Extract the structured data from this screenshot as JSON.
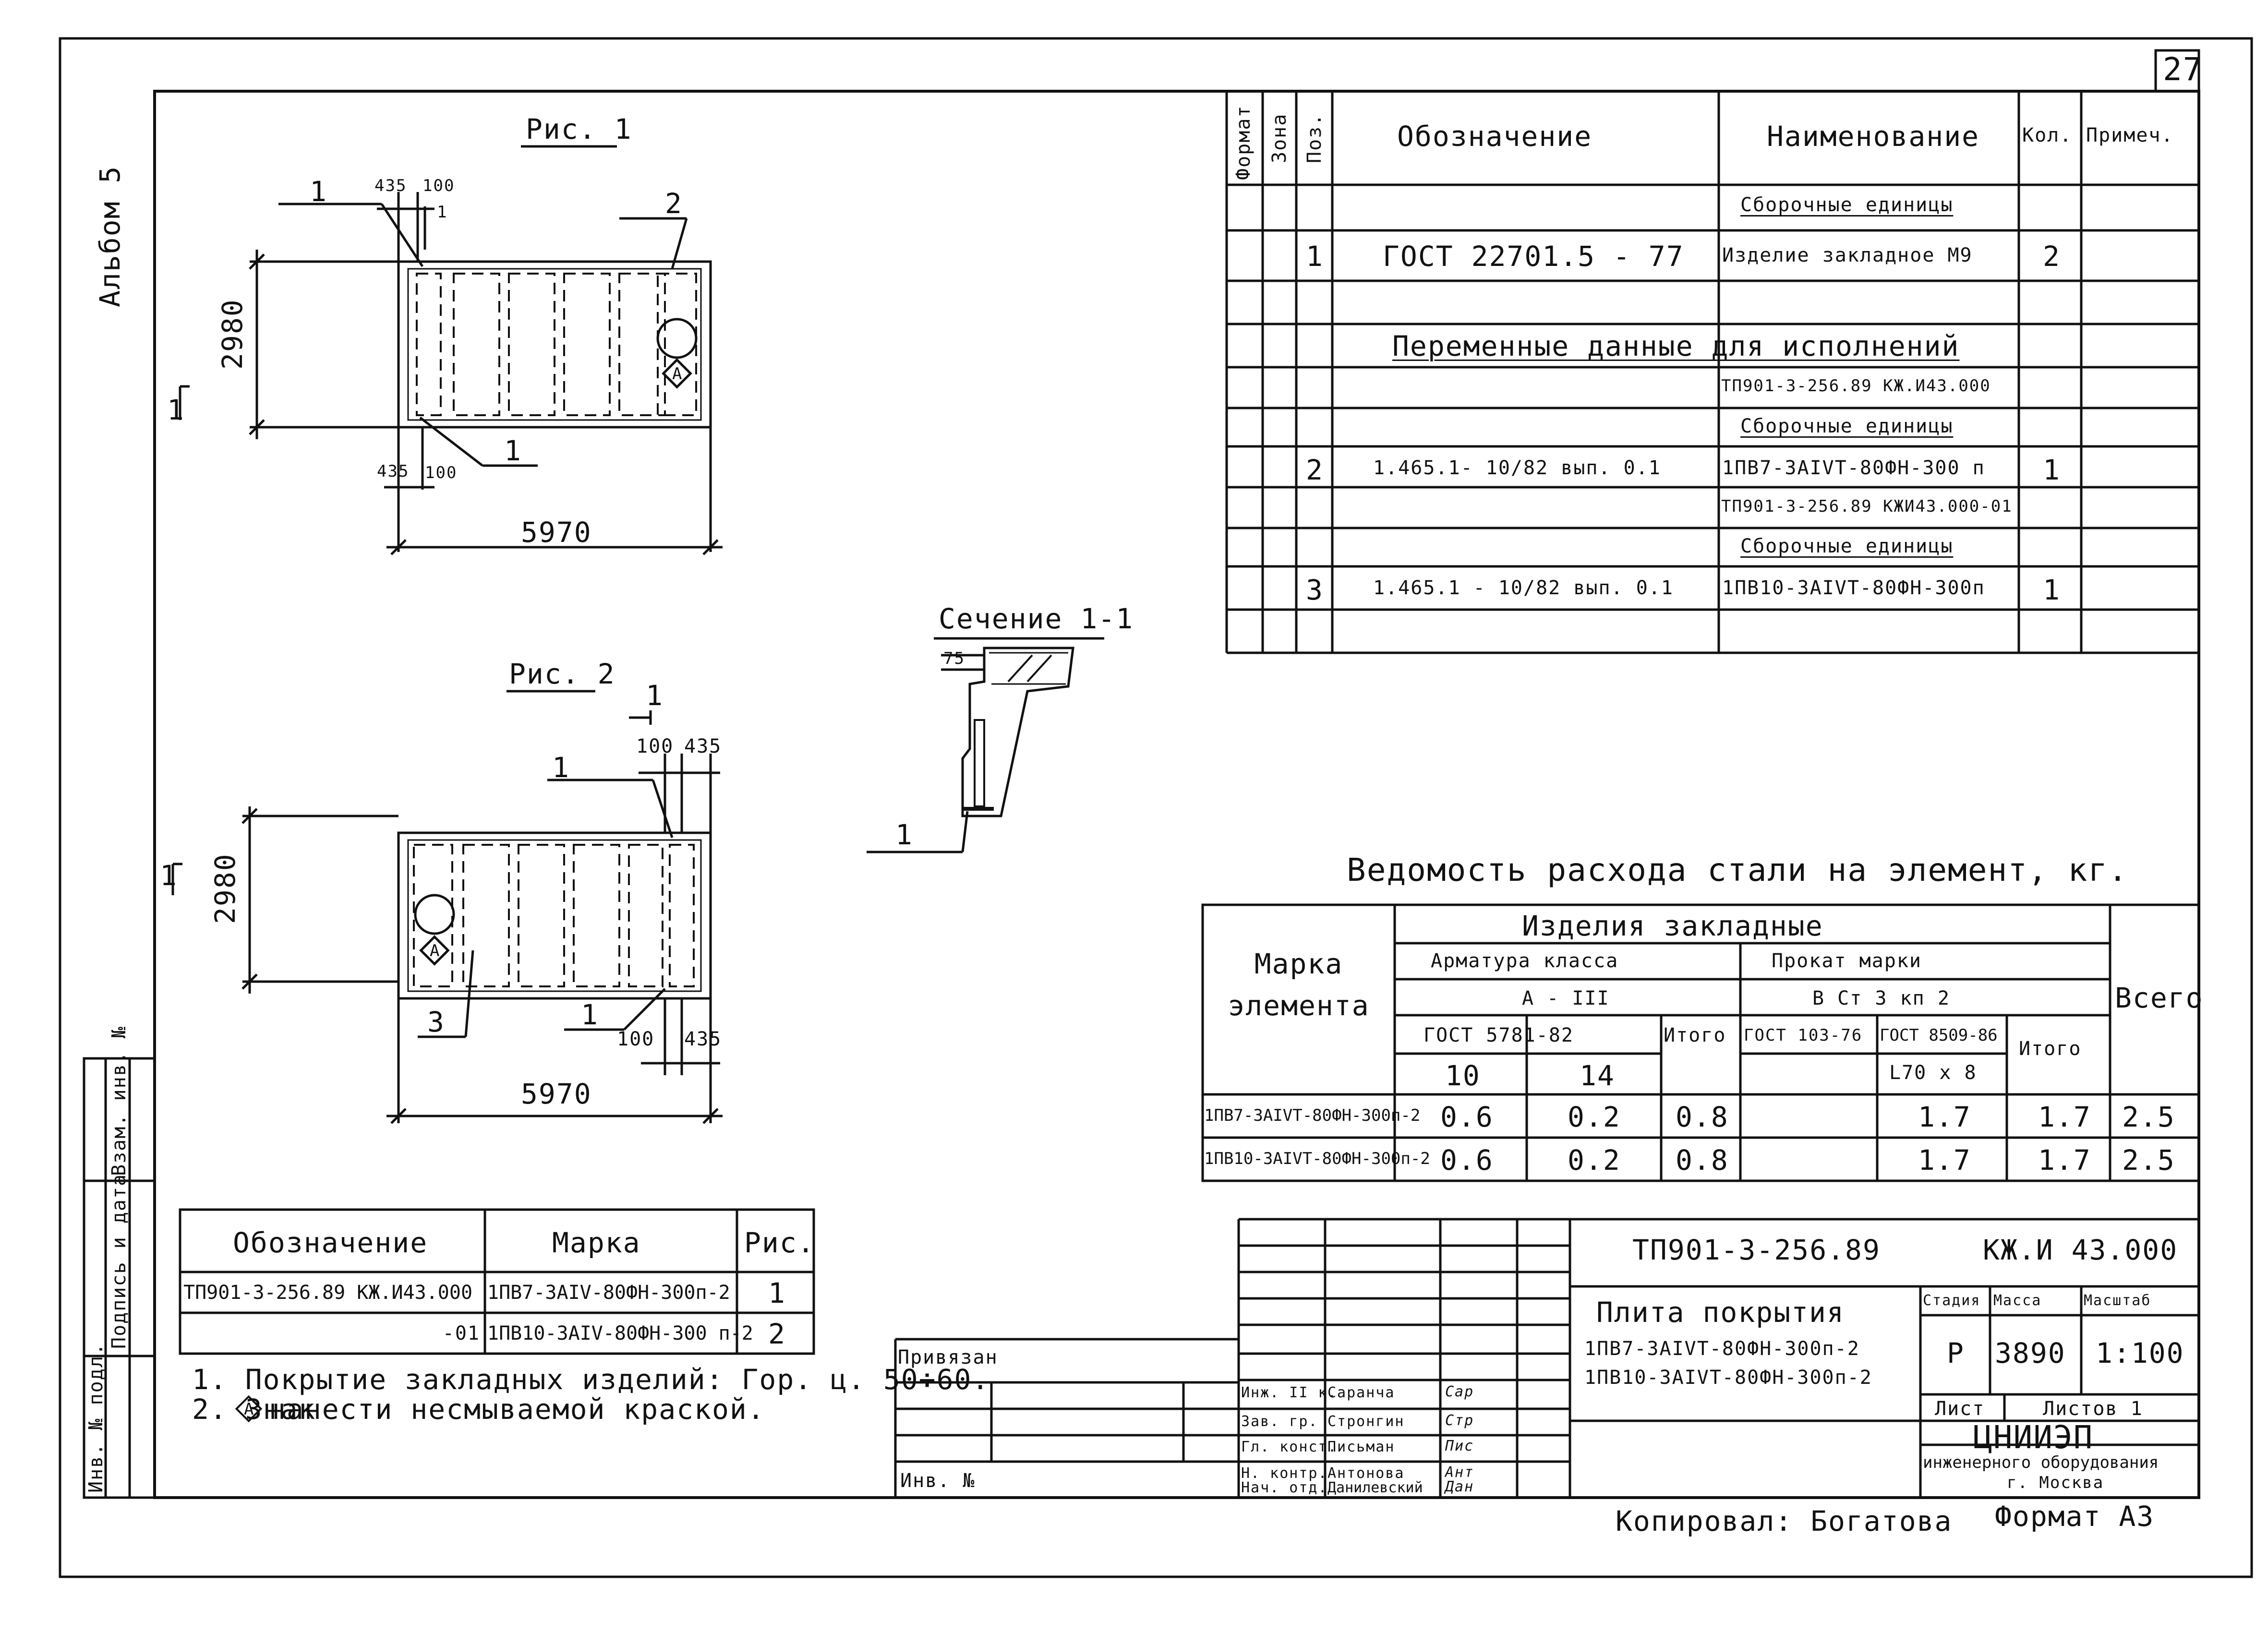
{
  "page_number": "27",
  "album_label": "Альбом 5",
  "fig1": {
    "title": "Рис. 1",
    "dims": {
      "d435_top": "435",
      "d100_top": "100",
      "d2980": "2980",
      "d435_bot": "435",
      "d100_bot": "100",
      "d5970": "5970"
    },
    "callouts": {
      "c1_top": "1",
      "c2": "2",
      "c1_bot": "1",
      "section_mark": "1",
      "section_mark2": "1"
    },
    "marker": "A"
  },
  "fig2": {
    "title": "Рис. 2",
    "dims": {
      "d100_top": "100",
      "d435_top": "435",
      "d2980": "2980",
      "d100_bot": "100",
      "d435_bot": "435",
      "d5970": "5970"
    },
    "callouts": {
      "c1_top": "1",
      "c3": "3",
      "c1_bot": "1",
      "section_mark": "1",
      "section_mark2": "1"
    },
    "marker": "A"
  },
  "section": {
    "title": "Сечение 1-1",
    "dim": "75",
    "callout": "1"
  },
  "spec_table": {
    "headers": {
      "format": "Формат",
      "zone": "Зона",
      "pos": "Поз.",
      "designation": "Обозначение",
      "name": "Наименование",
      "qty": "Кол.",
      "note": "Примеч."
    },
    "rows": [
      {
        "pos": "",
        "designation": "",
        "name": "Сборочные единицы",
        "qty": "",
        "underline": true
      },
      {
        "pos": "1",
        "designation": "ГОСТ 22701.5 - 77",
        "name": "Изделие закладное М9",
        "qty": "2",
        "underline": false
      },
      {
        "pos": "",
        "designation": "",
        "name": "",
        "qty": "",
        "underline": false
      },
      {
        "pos": "",
        "designation": "",
        "name": "Переменные данные для исполнений",
        "qty": "",
        "underline": true,
        "span": true
      },
      {
        "pos": "",
        "designation": "",
        "name": "ТП901-3-256.89   КЖ.И43.000",
        "qty": "",
        "underline": false
      },
      {
        "pos": "",
        "designation": "",
        "name": "Сборочные единицы",
        "qty": "",
        "underline": true
      },
      {
        "pos": "2",
        "designation": "1.465.1- 10/82   вып. 0.1",
        "name": "1ПВ7-3АIVТ-80ФН-300 п",
        "qty": "1",
        "underline": false
      },
      {
        "pos": "",
        "designation": "",
        "name": "ТП901-3-256.89 КЖИ43.000-01",
        "qty": "",
        "underline": false
      },
      {
        "pos": "",
        "designation": "",
        "name": "Сборочные единицы",
        "qty": "",
        "underline": true
      },
      {
        "pos": "3",
        "designation": "1.465.1 - 10/82   вып. 0.1",
        "name": "1ПВ10-3АIVТ-80ФН-300п",
        "qty": "1",
        "underline": false
      },
      {
        "pos": "",
        "designation": "",
        "name": "",
        "qty": "",
        "underline": false
      }
    ]
  },
  "steel_table": {
    "title": "Ведомость расхода стали на элемент, кг.",
    "h_marka": "Марка элемента",
    "h_izdelia": "Изделия     закладные",
    "h_armatura": "Арматура   класса",
    "h_prokat": "Прокат    марки",
    "h_a3": "А - III",
    "h_bst": "В Ст 3  кп 2",
    "h_gost5781": "ГОСТ  5781-82",
    "h_itogo1": "Итого",
    "h_gost103": "ГОСТ 103-76",
    "h_gost8509": "ГОСТ 8509-86",
    "h_itogo2": "Итого",
    "h_vsego": "Всего",
    "h_10": "10",
    "h_14": "14",
    "h_L70": "L70 х 8",
    "rows": [
      {
        "marka": "1ПВ7-3АIVТ-80ФН-300п-2",
        "a10": "0.6",
        "a14": "0.2",
        "itogo1": "0.8",
        "g103": "",
        "g8509": "1.7",
        "itogo2": "1.7",
        "vsego": "2.5"
      },
      {
        "marka": "1ПВ10-3АIVТ-80ФН-300п-2",
        "a10": "0.6",
        "a14": "0.2",
        "itogo1": "0.8",
        "g103": "",
        "g8509": "1.7",
        "itogo2": "1.7",
        "vsego": "2.5"
      }
    ]
  },
  "mark_table": {
    "headers": {
      "designation": "Обозначение",
      "marka": "Марка",
      "ris": "Рис."
    },
    "rows": [
      {
        "designation": "ТП901-3-256.89    КЖ.И43.000",
        "marka": "1ПВ7-3АIV-80ФН-300п-2",
        "ris": "1"
      },
      {
        "designation": "-01",
        "marka": "1ПВ10-3АIV-80ФН-300 п-2",
        "ris": "2"
      }
    ]
  },
  "notes": [
    "1. Покрытие закладных изделий: Гор. ц. 50÷60.",
    "2. Знак",
    "нанести несмываемой краской."
  ],
  "note_marker": "A",
  "side_stamp": [
    "Инв. № подл.",
    "Подпись и дата",
    "Взам. инв. №"
  ],
  "privyazan": "Привязан",
  "inv_no": "Инв. №",
  "title_block": {
    "code": "ТП901-3-256.89",
    "sheet_code": "КЖ.И 43.000",
    "product_title": "Плита  покрытия",
    "product_line1": "1ПВ7-3АIVТ-80ФН-300п-2",
    "product_line2": "1ПВ10-3АIVТ-80ФН-300п-2",
    "h_stadia": "Стадия",
    "h_massa": "Масса",
    "h_masshtab": "Масштаб",
    "stadia": "Р",
    "massa": "3890",
    "masshtab": "1:100",
    "list_label": "Лист",
    "listov_label": "Листов 1",
    "org_name": "ЦНИИЭП",
    "org_line2": "инженерного оборудования",
    "org_line3": "г. Москва",
    "staff": [
      {
        "role": "Инж. II к.",
        "name": "Саранча",
        "sign": "Сар"
      },
      {
        "role": "Зав. гр.",
        "name": "Стронгин",
        "sign": "Стр"
      },
      {
        "role": "Гл. конст.",
        "name": "Письман",
        "sign": "Пис"
      },
      {
        "role": "Н. контр.",
        "name": "Антонова",
        "sign": "Ант"
      },
      {
        "role": "Нач. отд.",
        "name": "Данилевский",
        "sign": "Дан"
      }
    ]
  },
  "copied_by": "Копировал: Богатова",
  "format": "Формат А3"
}
